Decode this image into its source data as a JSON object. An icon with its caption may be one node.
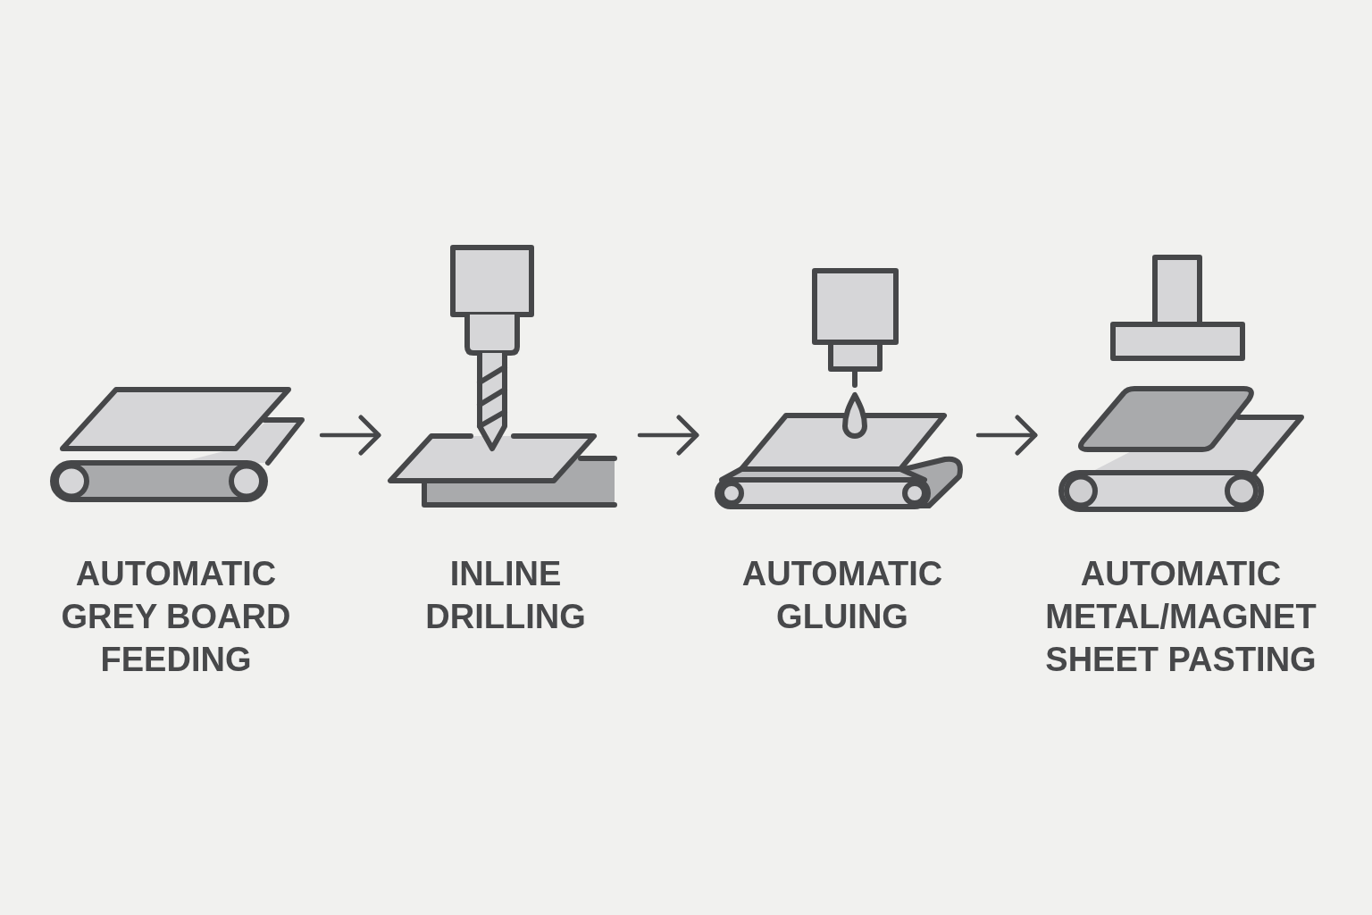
{
  "diagram": {
    "nodes": [
      {
        "text": [
          "AUTOMATIC GREY BOARD FEEDING"
        ]
      },
      {
        "text": [
          "INLINE DRILLING"
        ]
      },
      {
        "text": [
          "AUTOMATIC GLUING"
        ]
      },
      {
        "text": [
          "AUTOMATIC METAL/MAGNET SHEET PASTING"
        ]
      }
    ],
    "edges": [
      {
        "from": 0,
        "to": 1,
        "arrow": "to"
      },
      {
        "from": 1,
        "to": 2,
        "arrow": "to"
      },
      {
        "from": 2,
        "to": 3,
        "arrow": "to"
      }
    ]
  }
}
